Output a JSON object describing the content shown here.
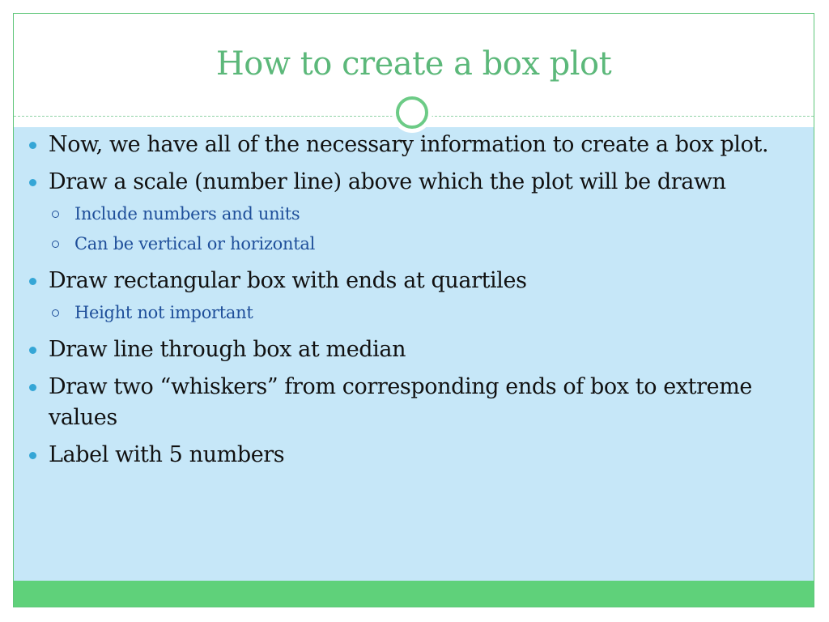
{
  "slide": {
    "title": "How to create a box plot",
    "bullets": [
      {
        "text": "Now, we have all of the necessary information to create a box plot.",
        "sub": []
      },
      {
        "text": "Draw a scale (number line) above which the plot will be drawn",
        "sub": [
          "Include numbers and units",
          "Can be vertical or horizontal"
        ]
      },
      {
        "text": "Draw rectangular box with ends at quartiles",
        "sub": [
          "Height not important"
        ]
      },
      {
        "text": "Draw line through box at median",
        "sub": []
      },
      {
        "text": "Draw two “whiskers” from corresponding ends of box to extreme values",
        "sub": []
      },
      {
        "text": "Label with 5 numbers",
        "sub": []
      }
    ]
  },
  "colors": {
    "title": "#5cb87a",
    "content_bg": "#c6e7f8",
    "footer_band": "#5fd17a",
    "bullet": "#35a6d6",
    "sub_text": "#1f4f9a"
  },
  "icons": {
    "bullet": "filled-circle-bullet-icon",
    "sub_bullet": "hollow-circle-bullet-icon",
    "ornament": "ring-ornament-icon"
  }
}
